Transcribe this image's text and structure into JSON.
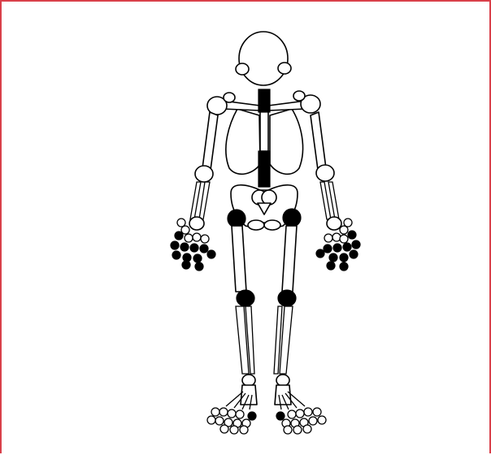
{
  "colors": {
    "frame_border": "#d9404a",
    "affected_joint": "#000000",
    "bone_outline": "#000000",
    "background": "#ffffff"
  },
  "figure": {
    "affected_regions": [
      "cervical-spine",
      "lumbar-spine",
      "left-hip",
      "right-hip",
      "left-knee",
      "right-knee",
      "left-hand-phalanges",
      "right-hand-phalanges",
      "left-foot-great-toe",
      "right-foot-great-toe"
    ]
  }
}
